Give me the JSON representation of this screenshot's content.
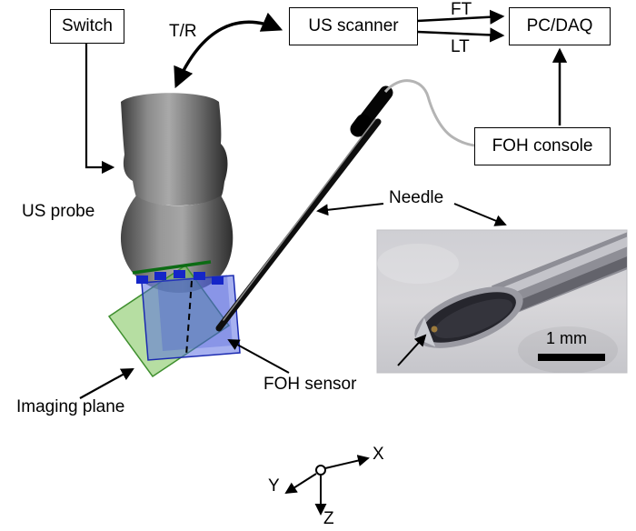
{
  "boxes": {
    "switch": "Switch",
    "us_scanner": "US scanner",
    "pc_daq": "PC/DAQ",
    "foh_console": "FOH console"
  },
  "labels": {
    "tr": "T/R",
    "ft": "FT",
    "lt": "LT",
    "us_probe": "US probe",
    "needle": "Needle",
    "foh_sensor": "FOH sensor",
    "imaging_plane": "Imaging plane"
  },
  "inset": {
    "scale": "1 mm"
  },
  "axes": {
    "x": "X",
    "y": "Y",
    "z": "Z"
  },
  "colors": {
    "imaging_plane_green": "#6ebe46",
    "foh_plane_blue": "#5064e1",
    "transducer_element_blue": "#1526c8",
    "probe_gray": "#8b8b8b",
    "cable_gray": "#b4b4b4",
    "arrow_black": "#000000"
  }
}
